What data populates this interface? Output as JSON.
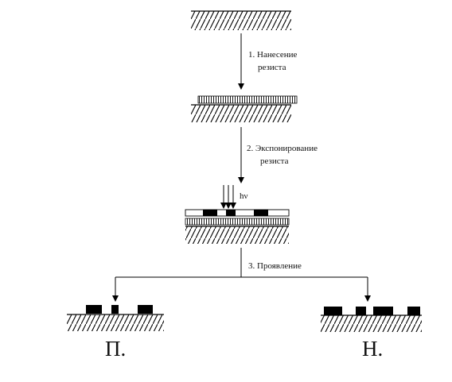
{
  "steps": [
    {
      "line1": "1. Нанесение",
      "line2": "резиста"
    },
    {
      "line1": "2. Экспонирование",
      "line2": "резиста"
    },
    {
      "line1": "3. Проявление"
    }
  ],
  "radiation_label": "hν",
  "outcomes": [
    {
      "label": "П."
    },
    {
      "label": "Н."
    }
  ]
}
